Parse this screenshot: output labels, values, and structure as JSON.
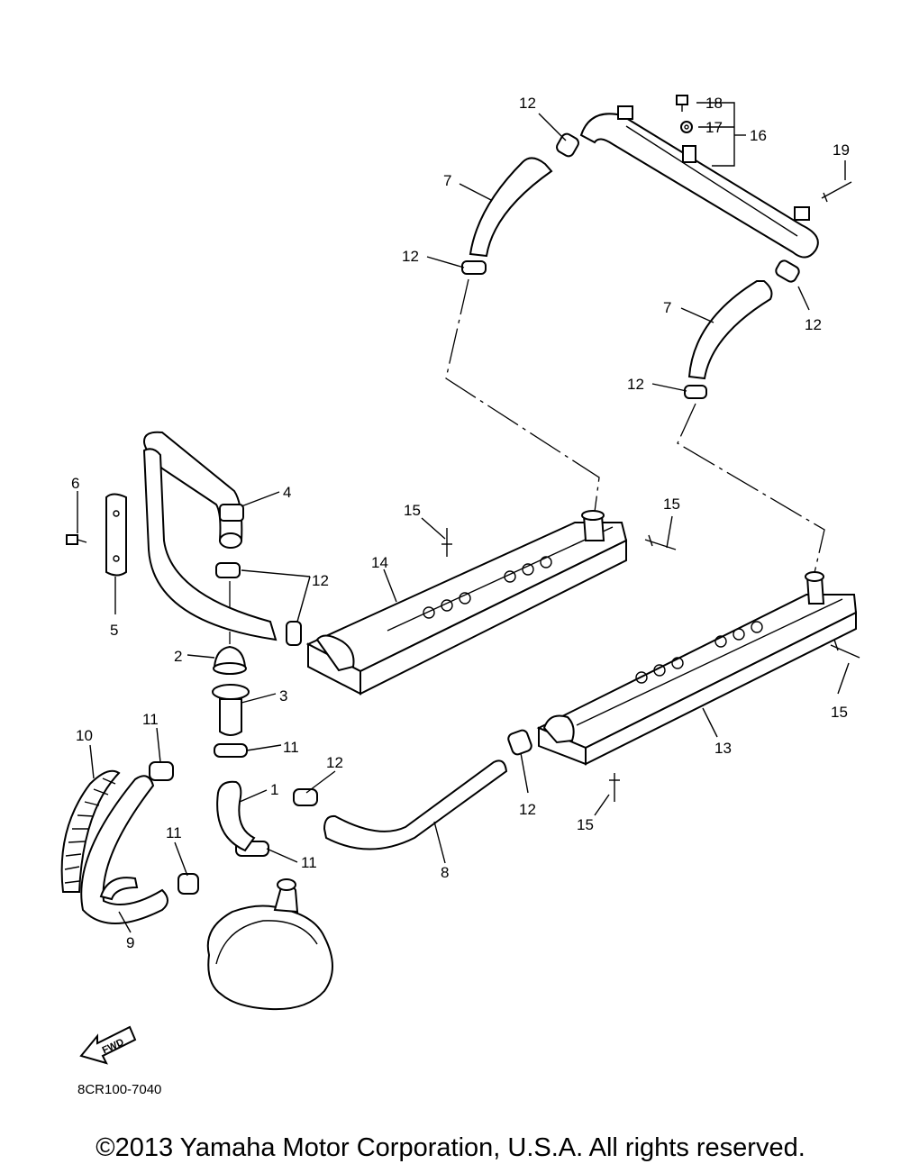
{
  "diagram": {
    "part_number": "8CR100-7040",
    "fwd_label": "FWD",
    "callouts": [
      "1",
      "2",
      "3",
      "4",
      "5",
      "6",
      "7",
      "8",
      "9",
      "10",
      "11",
      "12",
      "13",
      "14",
      "15",
      "16",
      "17",
      "18",
      "19"
    ]
  },
  "footer": {
    "copyright": "©2013 Yamaha Motor Corporation, U.S.A. All rights reserved."
  }
}
